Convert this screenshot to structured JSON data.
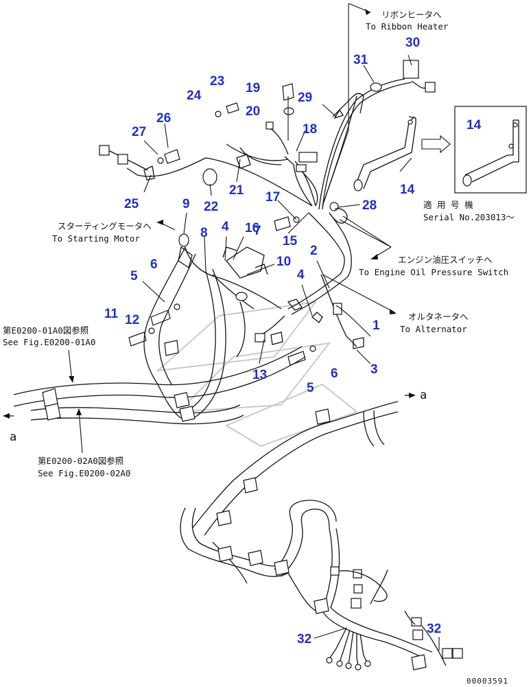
{
  "part_labels": [
    "1",
    "2",
    "3",
    "4",
    "4",
    "5",
    "5",
    "6",
    "6",
    "7",
    "8",
    "9",
    "10",
    "11",
    "12",
    "13",
    "14",
    "14",
    "15",
    "16",
    "17",
    "18",
    "19",
    "20",
    "21",
    "22",
    "23",
    "24",
    "25",
    "26",
    "27",
    "28",
    "29",
    "30",
    "31",
    "32",
    "32"
  ],
  "notes": {
    "ribbon_heater_jp": "リボンヒータへ",
    "ribbon_heater_en": "To Ribbon Heater",
    "starting_motor_jp": "スターティングモータへ",
    "starting_motor_en": "To Starting Motor",
    "oil_pressure_jp": "エンジン油圧スイッチへ",
    "oil_pressure_en": "To Engine Oil Pressure Switch",
    "alternator_jp": "オルタネータへ",
    "alternator_en": "To Alternator",
    "serial_jp": "適 用 号 機",
    "serial_en": "Serial No.203013～",
    "ref1_jp": "第E0200-01A0図参照",
    "ref1_en": "See Fig.E0200-01A0",
    "ref2_jp": "第E0200-02A0図参照",
    "ref2_en": "See Fig.E0200-02A0",
    "conn_a_left": "a",
    "conn_a_right": "a"
  },
  "drawing_code": "00003591",
  "accent_color": "#1f2fc8"
}
